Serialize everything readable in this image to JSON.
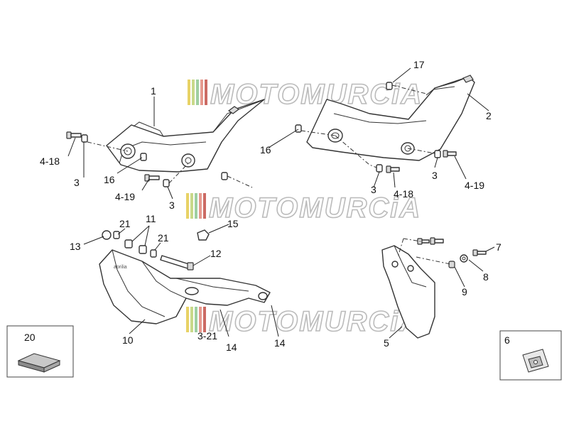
{
  "watermark": {
    "text": "MOTOMURCiA",
    "stripe_colors": [
      "#e8d266",
      "#c9d98a",
      "#9fcfa1",
      "#e69a8f",
      "#cc6b64"
    ]
  },
  "callouts": {
    "c1": "1",
    "c2": "2",
    "c3a": "3",
    "c3b": "3",
    "c3c": "3",
    "c3d": "3",
    "c4_18a": "4-18",
    "c4_18b": "4-18",
    "c4_19a": "4-19",
    "c4_19b": "4-19",
    "c5": "5",
    "c6": "6",
    "c7": "7",
    "c8": "8",
    "c9": "9",
    "c10": "10",
    "c11": "11",
    "c12": "12",
    "c13": "13",
    "c14a": "14",
    "c14b": "14",
    "c15": "15",
    "c16a": "16",
    "c16b": "16",
    "c17": "17",
    "c20": "20",
    "c21a": "21",
    "c21b": "21",
    "c3_21": "3-21"
  }
}
